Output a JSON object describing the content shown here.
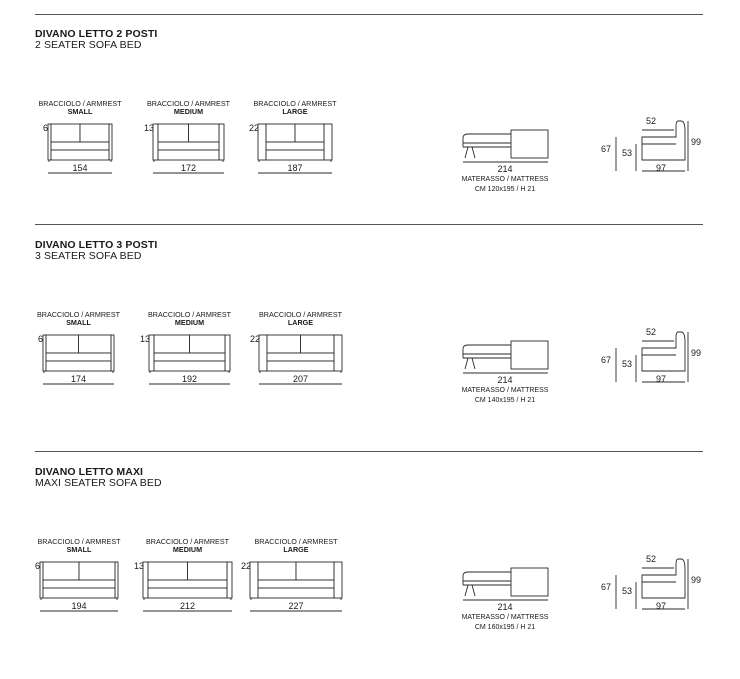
{
  "sections": [
    {
      "title": "DIVANO LETTO 2 POSTI",
      "subtitle": "2 SEATER SOFA BED",
      "variants": [
        {
          "armrest_label": "BRACCIOLO / ARMREST",
          "size": "SMALL",
          "arm_width": "6",
          "total_width": "154"
        },
        {
          "armrest_label": "BRACCIOLO / ARMREST",
          "size": "MEDIUM",
          "arm_width": "13",
          "total_width": "172"
        },
        {
          "armrest_label": "BRACCIOLO / ARMREST",
          "size": "LARGE",
          "arm_width": "22",
          "total_width": "187"
        }
      ],
      "open_length": "214",
      "mattress_label": "MATERASSO / MATTRESS",
      "mattress_size": "CM 120x195 / H 21",
      "side": {
        "seat_depth": "52",
        "total_height": "99",
        "arm_height": "67",
        "seat_height": "53",
        "depth": "97"
      }
    },
    {
      "title": "DIVANO LETTO 3 POSTI",
      "subtitle": "3 SEATER SOFA BED",
      "variants": [
        {
          "armrest_label": "BRACCIOLO / ARMREST",
          "size": "SMALL",
          "arm_width": "6",
          "total_width": "174"
        },
        {
          "armrest_label": "BRACCIOLO / ARMREST",
          "size": "MEDIUM",
          "arm_width": "13",
          "total_width": "192"
        },
        {
          "armrest_label": "BRACCIOLO / ARMREST",
          "size": "LARGE",
          "arm_width": "22",
          "total_width": "207"
        }
      ],
      "open_length": "214",
      "mattress_label": "MATERASSO / MATTRESS",
      "mattress_size": "CM 140x195 / H 21",
      "side": {
        "seat_depth": "52",
        "total_height": "99",
        "arm_height": "67",
        "seat_height": "53",
        "depth": "97"
      }
    },
    {
      "title": "DIVANO LETTO MAXI",
      "subtitle": "MAXI SEATER SOFA BED",
      "variants": [
        {
          "armrest_label": "BRACCIOLO / ARMREST",
          "size": "SMALL",
          "arm_width": "6",
          "total_width": "194"
        },
        {
          "armrest_label": "BRACCIOLO / ARMREST",
          "size": "MEDIUM",
          "arm_width": "13",
          "total_width": "212"
        },
        {
          "armrest_label": "BRACCIOLO / ARMREST",
          "size": "LARGE",
          "arm_width": "22",
          "total_width": "227"
        }
      ],
      "open_length": "214",
      "mattress_label": "MATERASSO / MATTRESS",
      "mattress_size": "CM 160x195 / H 21",
      "side": {
        "seat_depth": "52",
        "total_height": "99",
        "arm_height": "67",
        "seat_height": "53",
        "depth": "97"
      }
    }
  ]
}
